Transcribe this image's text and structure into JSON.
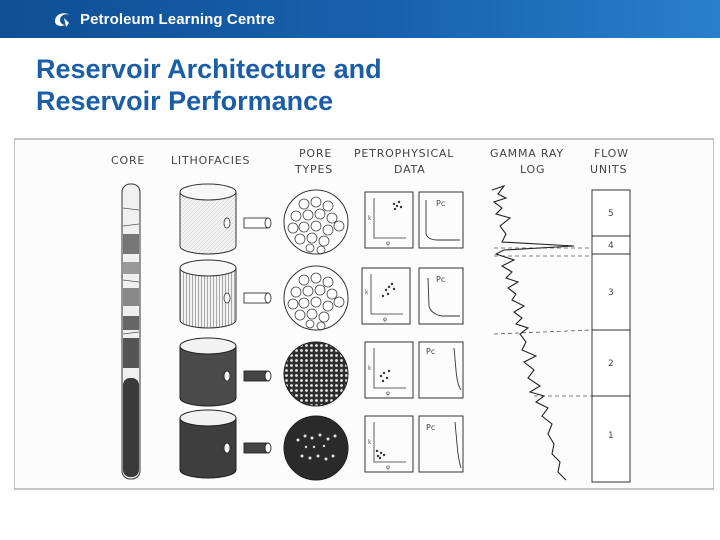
{
  "brand": {
    "name": "Petroleum Learning Centre",
    "icon": "swirl-logo-icon"
  },
  "slide": {
    "title_line1": "Reservoir Architecture and",
    "title_line2": "Reservoir Performance"
  },
  "figure": {
    "headers": {
      "core": "CORE",
      "lithofacies": "LITHOFACIES",
      "pore_types_1": "PORE",
      "pore_types_2": "TYPES",
      "petro_1": "PETROPHYSICAL",
      "petro_2": "DATA",
      "gamma_1": "GAMMA RAY",
      "gamma_2": "LOG",
      "flow_1": "FLOW",
      "flow_2": "UNITS"
    },
    "pc_label": "Pc",
    "flow_units": [
      "5",
      "4",
      "3",
      "2",
      "1"
    ],
    "axis_labels": {
      "y": "k",
      "x": "φ"
    },
    "colors": {
      "brand_blue": "#1762ae",
      "title_blue": "#1b5ea7",
      "drawing_ink": "#333333"
    }
  }
}
